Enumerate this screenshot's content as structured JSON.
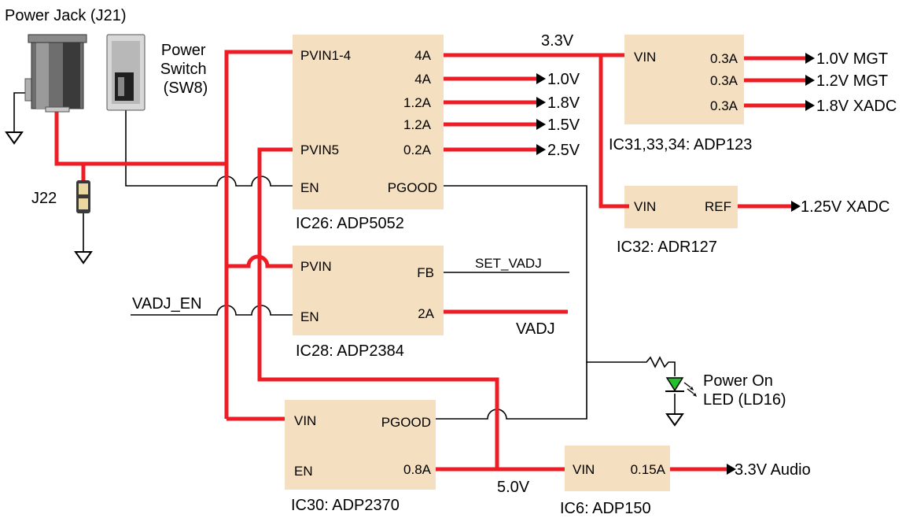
{
  "labels": {
    "power_jack": "Power Jack (J21)",
    "power_switch": [
      "Power",
      "Switch",
      "(SW8)"
    ],
    "j22": "J22",
    "vadj_en": "VADJ_EN",
    "rail_3v3": "3.3V",
    "rail_5v0": "5.0V",
    "set_vadj": "SET_VADJ",
    "vadj": "VADJ",
    "power_on_led": [
      "Power On",
      "LED (LD16)"
    ]
  },
  "ic26": {
    "name": "IC26: ADP5052",
    "pins": {
      "pvin14": "PVIN1-4",
      "pvin5": "PVIN5",
      "en": "EN",
      "pgood": "PGOOD"
    },
    "outputs": [
      "4A",
      "4A",
      "1.2A",
      "1.2A",
      "0.2A"
    ]
  },
  "ic26_rails": [
    "1.0V",
    "1.8V",
    "1.5V",
    "2.5V"
  ],
  "ic31": {
    "name": "IC31,33,34: ADP123",
    "pins": {
      "vin": "VIN"
    },
    "outputs": [
      "0.3A",
      "0.3A",
      "0.3A"
    ],
    "rails": [
      "1.0V MGT",
      "1.2V MGT",
      "1.8V XADC"
    ]
  },
  "ic32": {
    "name": "IC32: ADR127",
    "pins": {
      "vin": "VIN",
      "ref": "REF"
    },
    "rail": "1.25V XADC"
  },
  "ic28": {
    "name": "IC28: ADP2384",
    "pins": {
      "pvin": "PVIN",
      "fb": "FB",
      "en": "EN",
      "out": "2A"
    }
  },
  "ic30": {
    "name": "IC30: ADP2370",
    "pins": {
      "vin": "VIN",
      "pgood": "PGOOD",
      "en": "EN",
      "out": "0.8A"
    }
  },
  "ic6": {
    "name": "IC6: ADP150",
    "pins": {
      "vin": "VIN",
      "out": "0.15A"
    },
    "rail": "3.3V Audio"
  },
  "colors": {
    "power_wire": "#ee1c25",
    "signal_wire": "#000000",
    "ic_fill": "#f4dfc0",
    "led": "#22c02a"
  }
}
